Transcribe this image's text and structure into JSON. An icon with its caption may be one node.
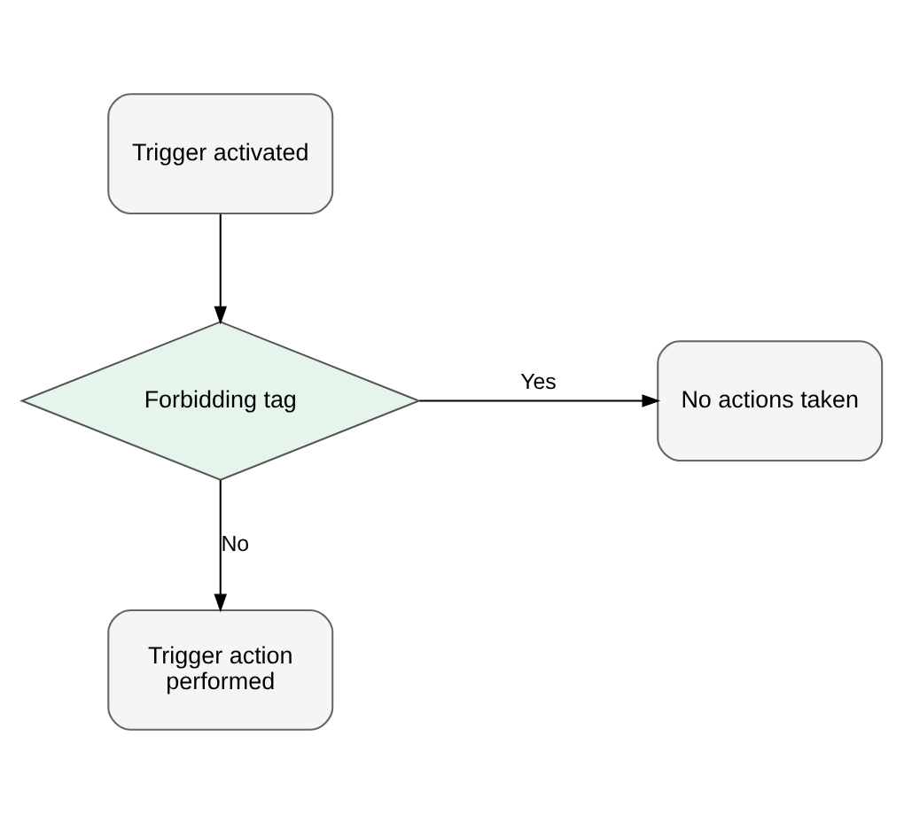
{
  "diagram": {
    "nodes": [
      {
        "text": [
          "Trigger activated"
        ]
      },
      {
        "text": [
          "Forbidding tag"
        ]
      },
      {
        "text": [
          "No actions taken"
        ]
      },
      {
        "text": [
          "Trigger action performed"
        ]
      }
    ],
    "edges": [
      {
        "from": 0,
        "to": 1,
        "arrow": "to"
      },
      {
        "from": 1,
        "to": 2,
        "arrow": "to",
        "label": "Yes"
      },
      {
        "from": 1,
        "to": 3,
        "arrow": "to",
        "label": "No"
      }
    ]
  }
}
